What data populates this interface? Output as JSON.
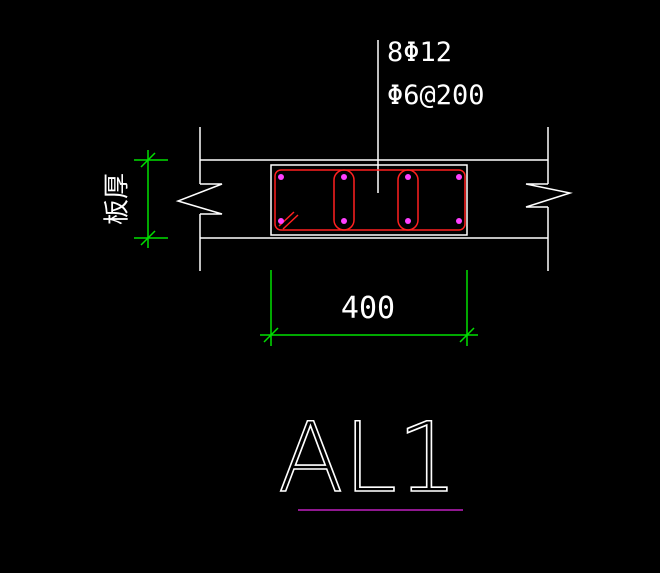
{
  "drawing": {
    "rebar_spec": "8Φ12",
    "stirrup_spec": "Φ6@200",
    "dimension_width": "400",
    "slab_thickness_label": "板厚",
    "section_title": "AL1"
  },
  "colors": {
    "background": "#000000",
    "lines": "#ffffff",
    "rebar": "#ff2020",
    "rebar_dots": "#ff40ff",
    "dimension": "#00e000",
    "title_underline": "#c020c0"
  }
}
